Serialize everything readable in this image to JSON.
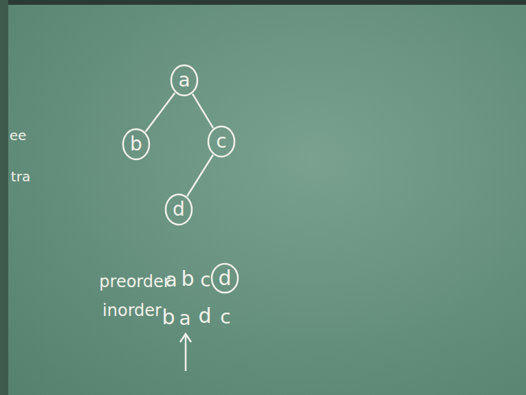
{
  "diagram": {
    "nodes": [
      {
        "text": [
          "a"
        ]
      },
      {
        "text": [
          "b"
        ]
      },
      {
        "text": [
          "c"
        ]
      },
      {
        "text": [
          "d"
        ]
      }
    ],
    "edges": [
      {
        "from": 0,
        "to": 1,
        "arrow": "none"
      },
      {
        "from": 0,
        "to": 2,
        "arrow": "none"
      },
      {
        "from": 2,
        "to": 3,
        "arrow": "none"
      }
    ],
    "labels": [
      "ee",
      "tra",
      "preorder",
      "a",
      "b",
      "c",
      "d",
      "inorder",
      "b",
      "a",
      "d",
      "c"
    ]
  }
}
